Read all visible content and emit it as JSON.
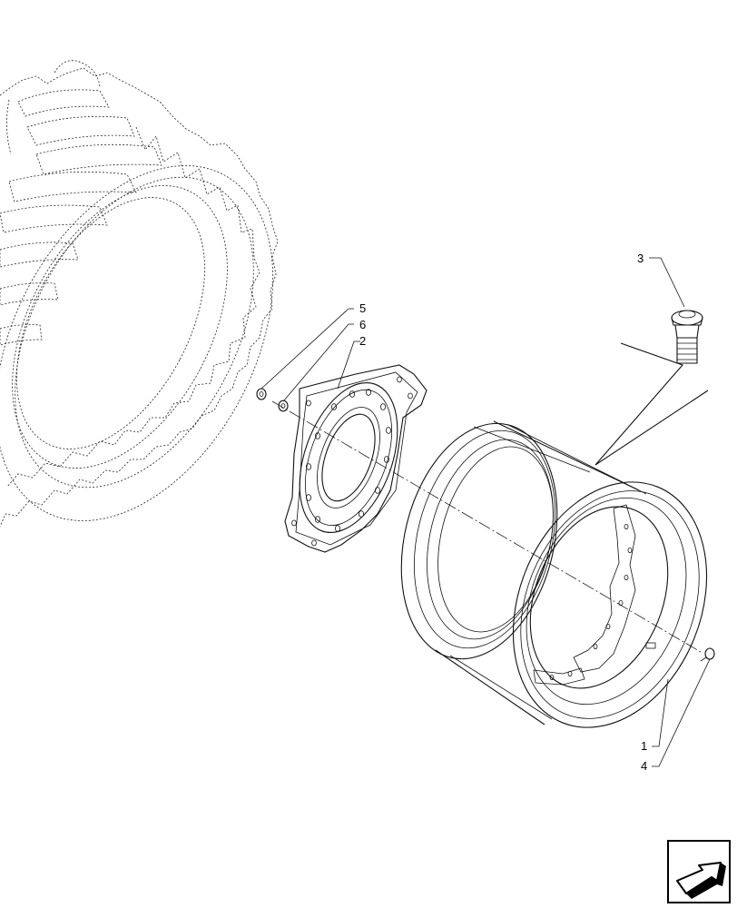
{
  "diagram": {
    "callouts": [
      {
        "id": "callout-1",
        "label": "1"
      },
      {
        "id": "callout-2",
        "label": "2"
      },
      {
        "id": "callout-3",
        "label": "3"
      },
      {
        "id": "callout-4",
        "label": "4"
      },
      {
        "id": "callout-5",
        "label": "5"
      },
      {
        "id": "callout-6",
        "label": "6"
      }
    ],
    "icons": {
      "corner": "exploded-view-arrow-icon"
    }
  }
}
